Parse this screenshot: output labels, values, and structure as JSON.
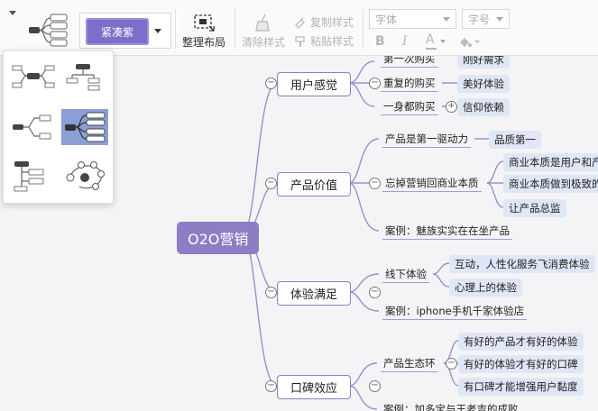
{
  "toolbar": {
    "style_chip": "紧凑紫",
    "arrange_label": "整理布局",
    "clear_style_label": "清除样式",
    "copy_style_label": "复制样式",
    "paste_style_label": "粘贴样式",
    "font_placeholder": "字体",
    "size_placeholder": "字号",
    "bold": "B",
    "italic": "I",
    "font_color": "A"
  },
  "mindmap": {
    "root": "O2O营销",
    "branches": [
      {
        "label": "用户感觉",
        "children": [
          {
            "label": "第一次购买",
            "children": [
              "刚好需求"
            ]
          },
          {
            "label": "重复的购买",
            "children": [
              "美好体验"
            ]
          },
          {
            "label": "一身都购买",
            "children": [
              "信仰依赖"
            ]
          }
        ]
      },
      {
        "label": "产品价值",
        "children": [
          {
            "label": "产品是第一驱动力",
            "children": [
              "品质第一"
            ]
          },
          {
            "label": "忘掉营销回商业本质",
            "children": [
              "商业本质是用户和产",
              "商业本质做到极致的",
              "让产品总监"
            ]
          },
          {
            "label": "案例：魅族实实在在坐产品",
            "children": []
          }
        ]
      },
      {
        "label": "体验满足",
        "children": [
          {
            "label": "线下体验",
            "children": [
              "互动，人性化服务飞消费体验",
              "心理上的体验"
            ]
          },
          {
            "label": "案例：iphone手机千家体验店",
            "children": []
          }
        ]
      },
      {
        "label": "口碑效应",
        "children": [
          {
            "label": "产品生态环",
            "children": [
              "有好的产品才有好的体验",
              "有好的体验才有好的口碑",
              "有口碑才能增强用户黏度"
            ]
          },
          {
            "label": "案例：加多宝与王老吉的成败",
            "children": []
          }
        ]
      }
    ]
  },
  "colors": {
    "accent": "#8e7dc5",
    "chip": "#7b6fc9",
    "leaf_bg": "#dfe6f5",
    "active_layout": "#8b9ed6"
  }
}
